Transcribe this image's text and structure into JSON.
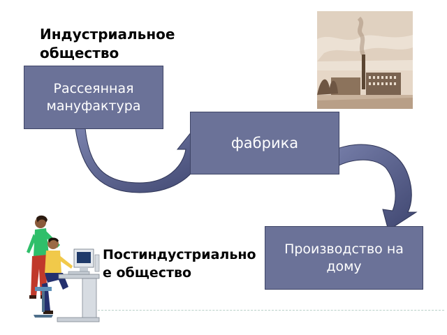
{
  "title_industrial": "Индустриальное общество",
  "title_postindustrial": "Постиндустриальное общество",
  "box_manufactory": "Рассеянная мануфактура",
  "box_factory": "фабрика",
  "box_home": "Производство на дому",
  "colors": {
    "box_fill": "#6b7298",
    "arrow_fill": "#5a6391",
    "arrow_stroke": "#2e3456"
  }
}
